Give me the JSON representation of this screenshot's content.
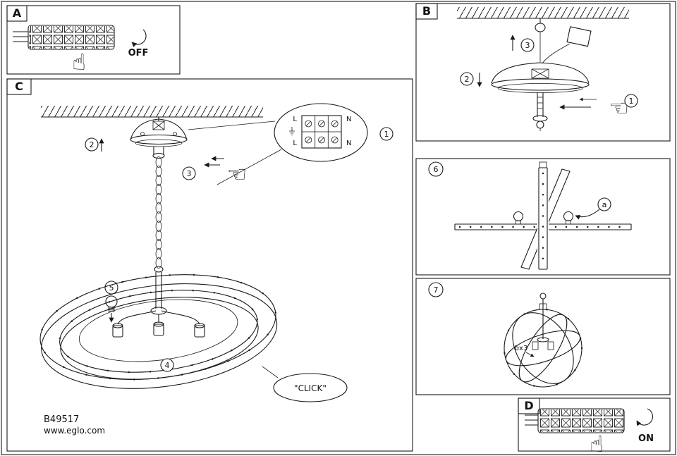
{
  "document": {
    "product_code": "B49517",
    "website": "www.eglo.com"
  },
  "icons": {
    "hand_up": "☝",
    "hand_left": "☜"
  },
  "panel_a": {
    "label": "A",
    "power_state": "OFF"
  },
  "panel_b": {
    "label": "B",
    "step_1": "1",
    "step_2": "2",
    "step_3": "3"
  },
  "panel_c": {
    "label": "C",
    "step_1": "1",
    "step_2": "2",
    "step_3": "3",
    "step_4": "4",
    "step_5": "5",
    "click_label": "\"CLICK\"",
    "terminals": {
      "live": "L",
      "neutral": "N"
    }
  },
  "panel_6": {
    "label": "6",
    "part_label": "a"
  },
  "panel_7": {
    "label": "7",
    "part_label": "bx3"
  },
  "panel_d": {
    "label": "D",
    "power_state": "ON"
  }
}
